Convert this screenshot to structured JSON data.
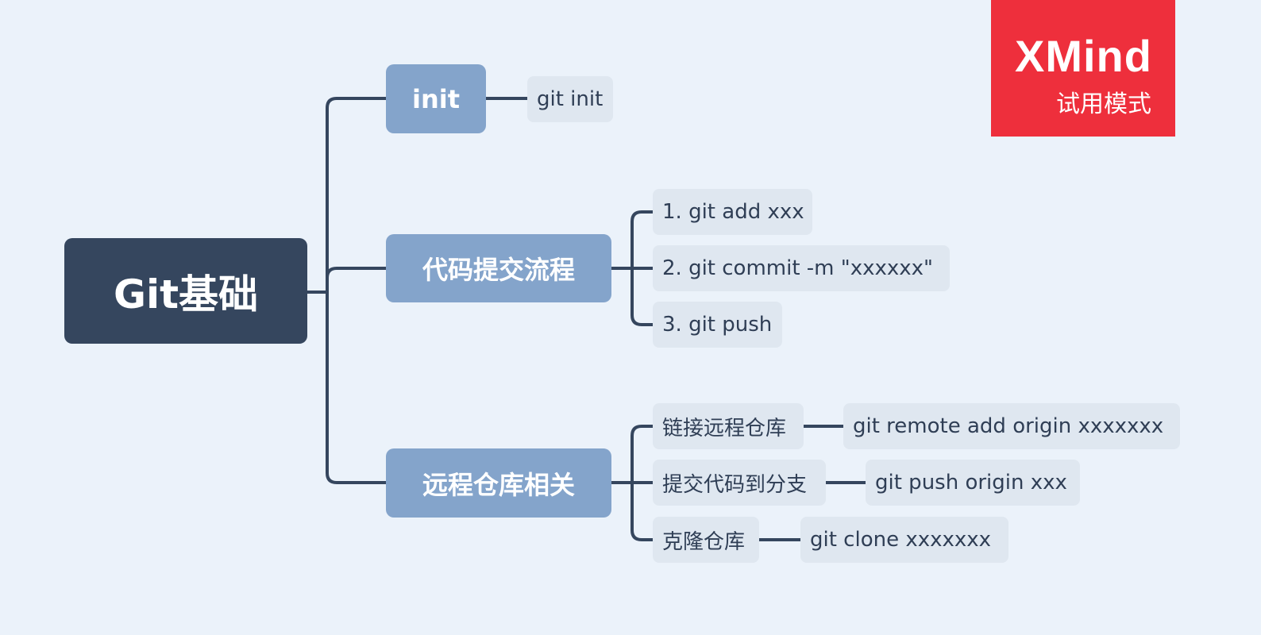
{
  "root": {
    "label": "Git基础"
  },
  "branches": [
    {
      "label": "init",
      "children": [
        {
          "label": "git init"
        }
      ]
    },
    {
      "label": "代码提交流程",
      "children": [
        {
          "label": "1. git add xxx"
        },
        {
          "label": "2. git commit -m \"xxxxxx\""
        },
        {
          "label": "3. git push"
        }
      ]
    },
    {
      "label": "远程仓库相关",
      "children": [
        {
          "label": "链接远程仓库",
          "detail": "git remote add origin xxxxxxx"
        },
        {
          "label": "提交代码到分支",
          "detail": "git push origin xxx"
        },
        {
          "label": "克隆仓库",
          "detail": "git clone xxxxxxx"
        }
      ]
    }
  ],
  "watermark": {
    "title": "XMind",
    "subtitle": "试用模式"
  },
  "colors": {
    "background": "#ebf2fa",
    "root": "#35465e",
    "main_topic": "#84a4cb",
    "sub_topic": "#dfe7f0",
    "line": "#35465e",
    "watermark": "#ee2f3c"
  }
}
